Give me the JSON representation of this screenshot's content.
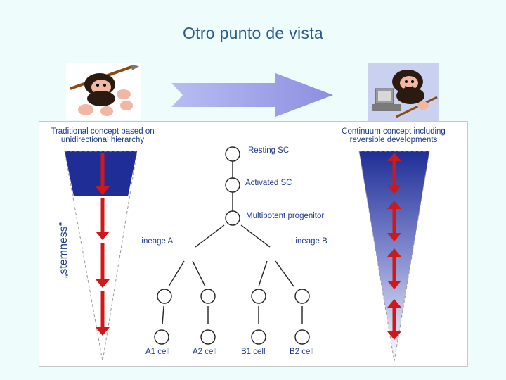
{
  "title": "Otro punto de vista",
  "images": {
    "left": "caveman-with-spear-icon",
    "right": "caveman-with-computer-icon"
  },
  "diagram": {
    "left_heading": [
      "Traditional concept based on",
      "unidirectional hierarchy"
    ],
    "right_heading": [
      "Continuum concept including",
      "reversible developments"
    ],
    "stemness_label": "„stemness“",
    "nodes": {
      "resting": "Resting SC",
      "activated": "Activated SC",
      "multipotent": "Multipotent progenitor",
      "lineage_a": "Lineage A",
      "lineage_b": "Lineage B",
      "a1": "A1 cell",
      "a2": "A2 cell",
      "b1": "B1 cell",
      "b2": "B2 cell"
    },
    "colors": {
      "navy": "#1f2e96",
      "arrow_red": "#d01818",
      "label_blue": "#1e3a8a",
      "header_arrow": "#8c8fe0"
    }
  }
}
